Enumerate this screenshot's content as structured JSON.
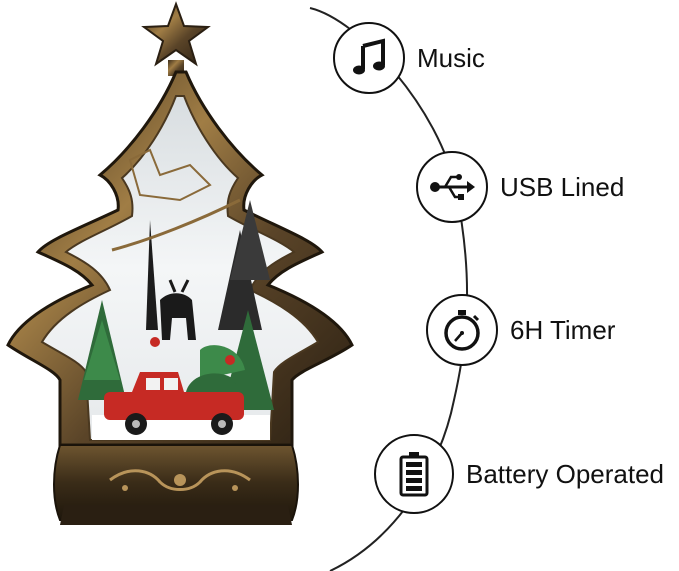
{
  "features": [
    {
      "label": "Music",
      "icon": "music-note-icon"
    },
    {
      "label": "USB Lined",
      "icon": "usb-icon"
    },
    {
      "label": "6H Timer",
      "icon": "timer-icon"
    },
    {
      "label": "Battery Operated",
      "icon": "battery-icon"
    }
  ],
  "colors": {
    "bronze": "#8a6a3a",
    "truck_red": "#c62a24",
    "tree_green": "#2f6b3a"
  }
}
